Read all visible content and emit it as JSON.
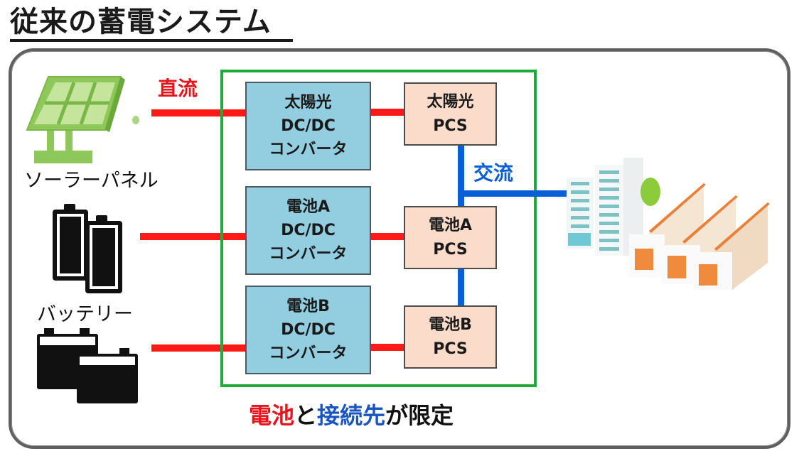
{
  "title": "従来の蓄電システム",
  "labels": {
    "dc_flow": "直流",
    "ac_flow": "交流"
  },
  "sources": {
    "solar": {
      "label": "ソーラーパネル",
      "icon": "solar-panel-icon"
    },
    "battery": {
      "label": "バッテリー",
      "icons": [
        "cell-battery-icon",
        "car-battery-icon"
      ]
    }
  },
  "dcdc_converters": [
    {
      "lines": [
        "太陽光",
        "DC/DC",
        "コンバータ"
      ]
    },
    {
      "lines": [
        "電池A",
        "DC/DC",
        "コンバータ"
      ]
    },
    {
      "lines": [
        "電池B",
        "DC/DC",
        "コンバータ"
      ]
    }
  ],
  "pcs_units": [
    {
      "lines": [
        "太陽光",
        "PCS"
      ]
    },
    {
      "lines": [
        "電池A",
        "PCS"
      ]
    },
    {
      "lines": [
        "電池B",
        "PCS"
      ]
    }
  ],
  "destination": {
    "icon": "buildings-factory-icon"
  },
  "caption": {
    "parts": [
      {
        "text": "電池",
        "color": "red"
      },
      {
        "text": "と",
        "color": "black"
      },
      {
        "text": "接続先",
        "color": "blue"
      },
      {
        "text": "が限定",
        "color": "black"
      }
    ]
  },
  "colors": {
    "dc_line": "#ff1a1a",
    "ac_line": "#0a5fd6",
    "system_boundary": "#1faa3a",
    "converter_fill": "#92cde0",
    "pcs_fill": "#fbdccb",
    "frame": "#5f5f5f"
  }
}
